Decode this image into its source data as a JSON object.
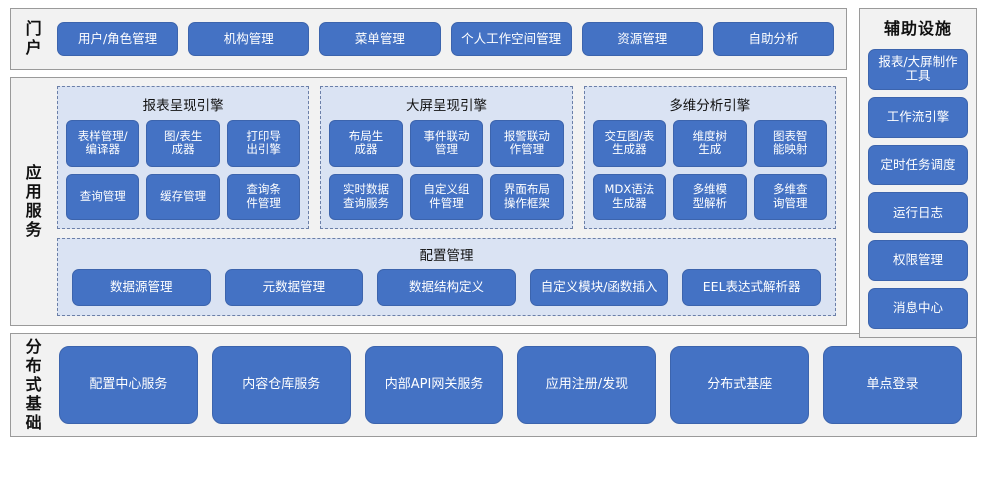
{
  "portal": {
    "label": "门户",
    "items": [
      "用户/角色管理",
      "机构管理",
      "菜单管理",
      "个人工作空间管理",
      "资源管理",
      "自助分析"
    ]
  },
  "aux": {
    "title": "辅助设施",
    "items": [
      "报表/大屏制作工具",
      "工作流引擎",
      "定时任务调度",
      "运行日志",
      "权限管理",
      "消息中心"
    ]
  },
  "app": {
    "label": "应用服务",
    "engines": [
      {
        "title": "报表呈现引擎",
        "items": [
          "表样管理/\n编译器",
          "图/表生\n成器",
          "打印导\n出引擎",
          "查询管理",
          "缓存管理",
          "查询条\n件管理"
        ]
      },
      {
        "title": "大屏呈现引擎",
        "items": [
          "布局生\n成器",
          "事件联动\n管理",
          "报警联动\n作管理",
          "实时数据\n查询服务",
          "自定义组\n件管理",
          "界面布局\n操作框架"
        ]
      },
      {
        "title": "多维分析引擎",
        "items": [
          "交互图/表\n生成器",
          "维度树\n生成",
          "图表智\n能映射",
          "MDX语法\n生成器",
          "多维模\n型解析",
          "多维查\n询管理"
        ]
      }
    ],
    "config": {
      "title": "配置管理",
      "items": [
        "数据源管理",
        "元数据管理",
        "数据结构定义",
        "自定义模块/函数插入",
        "EEL表达式解析器"
      ]
    }
  },
  "infra": {
    "label": "分布式基础",
    "items": [
      "配置中心服务",
      "内容仓库服务",
      "内部API网关服务",
      "应用注册/发现",
      "分布式基座",
      "单点登录"
    ]
  },
  "colors": {
    "button": "#4472c4",
    "panel": "#dae3f3",
    "band": "#f2f2f2",
    "border": "#9a9a9a"
  }
}
